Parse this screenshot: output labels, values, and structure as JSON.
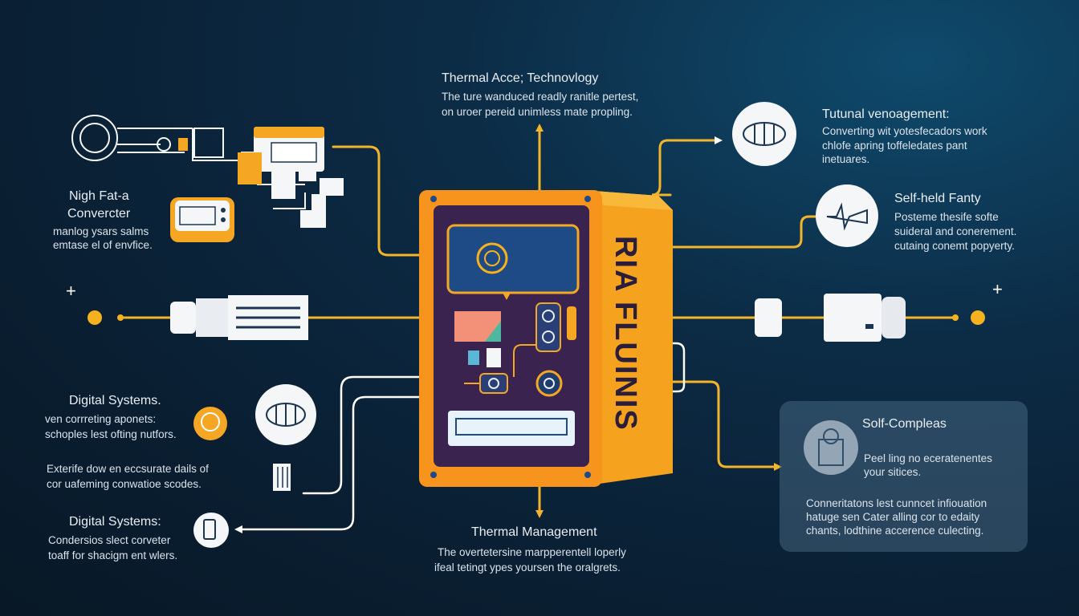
{
  "center": {
    "side_text_top": "RIA",
    "side_text_bottom": "FLUINIS"
  },
  "blocks": {
    "top": {
      "title": "Thermal Acce; Technovlogy",
      "line1": "The ture wanduced readly ranitle pertest,",
      "line2": "on uroer pereid unimless mate propling."
    },
    "left_top": {
      "title1": "Nigh Fat-a",
      "title2": "Convercter",
      "line1": "manlog ysars salms",
      "line2": "emtase el of envfice."
    },
    "left_mid": {
      "title": "Digital Systems.",
      "line1": "ven corrreting aponets:",
      "line2": "schoples lest ofting nutfors."
    },
    "left_mid2": {
      "line1": "Exterife dow en eccsurate dails of",
      "line2": "cor uafeming conwatioe scodes."
    },
    "left_bottom": {
      "title": "Digital Systems:",
      "line1": "Condersios slect corveter",
      "line2": "toaff for shacigm ent wlers."
    },
    "bottom": {
      "title": "Thermal Management",
      "line1": "The overtetersine marpperentell loperly",
      "line2": "ifeal tetingt ypes yoursen the oralgrets."
    },
    "right_top": {
      "title": "Tutunal venoagement:",
      "line1": "Converting wit yotesfecadors work",
      "line2": "chlofe apring toffeledates pant",
      "line3": "inetuares."
    },
    "right_mid": {
      "title": "Self-held Fanty",
      "line1": "Posteme thesife softe",
      "line2": "suideral and conerement.",
      "line3": "cutaing conemt popyerty."
    },
    "panel": {
      "title": "Solf-Compleas",
      "line1": "Peel ling no eceratenentes",
      "line2": "your sitices.",
      "line3": "Conneritatons lest cunncet infiouation",
      "line4": "hatuge sen Cater alling cor to edaity",
      "line5": "chants, lodthine accerence culecting."
    }
  },
  "colors": {
    "orange": "#f59a1c",
    "yellow": "#f2b42a",
    "purple": "#3b2350",
    "blue": "#1e3c6e",
    "line": "#f2b42a"
  }
}
